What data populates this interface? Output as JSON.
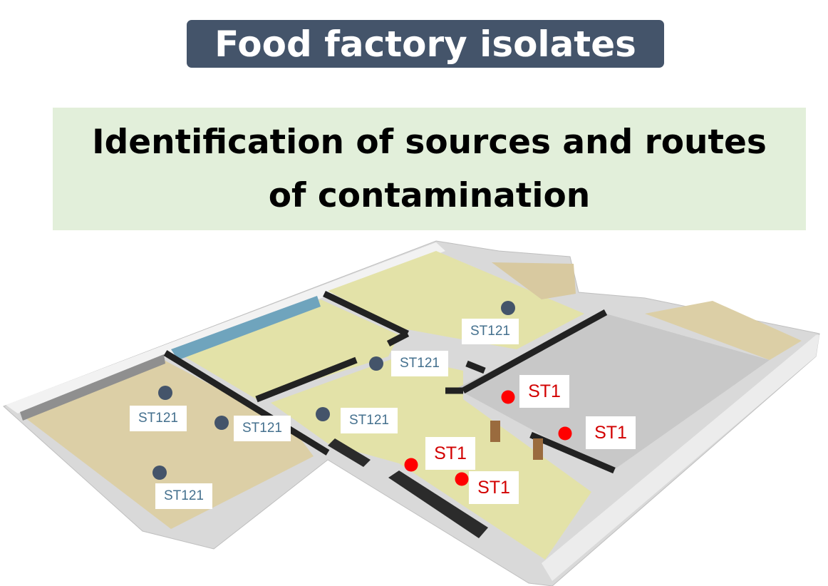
{
  "title": "Food factory isolates",
  "subtitle": {
    "line1": "Identification of sources and routes",
    "line2": "of contamination"
  },
  "colors": {
    "title_bg": "#44546a",
    "subtitle_bg": "#e2efda",
    "st121": "#44546a",
    "st1": "#ff0000"
  },
  "markers": {
    "st121": [
      {
        "label": "ST121"
      },
      {
        "label": "ST121"
      },
      {
        "label": "ST121"
      },
      {
        "label": "ST121"
      },
      {
        "label": "ST121"
      },
      {
        "label": "ST121"
      }
    ],
    "st1": [
      {
        "label": "ST1"
      },
      {
        "label": "ST1"
      },
      {
        "label": "ST1"
      },
      {
        "label": "ST1"
      }
    ]
  }
}
